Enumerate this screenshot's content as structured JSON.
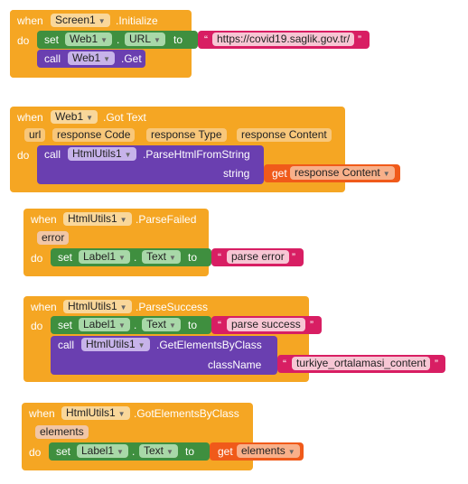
{
  "b1": {
    "when": "when",
    "component": "Screen1",
    "event": ".Initialize",
    "do": "do",
    "set": "set",
    "set_comp": "Web1",
    "set_prop": "URL",
    "to": "to",
    "url_value": "https://covid19.saglik.gov.tr/",
    "call": "call",
    "call_comp": "Web1",
    "call_method": ".Get"
  },
  "b2": {
    "when": "when",
    "component": "Web1",
    "event": ".Got Text",
    "params": [
      "url",
      "response Code",
      "response Type",
      "response Content"
    ],
    "do": "do",
    "call": "call",
    "call_comp": "HtmlUtils1",
    "call_method": ".ParseHtmlFromString",
    "arg_label": "string",
    "get": "get",
    "get_var": "response Content"
  },
  "b3": {
    "when": "when",
    "component": "HtmlUtils1",
    "event": ".ParseFailed",
    "param": "error",
    "do": "do",
    "set": "set",
    "set_comp": "Label1",
    "set_prop": "Text",
    "to": "to",
    "value": "parse error"
  },
  "b4": {
    "when": "when",
    "component": "HtmlUtils1",
    "event": ".ParseSuccess",
    "do": "do",
    "set": "set",
    "set_comp": "Label1",
    "set_prop": "Text",
    "to": "to",
    "value": "parse success",
    "call": "call",
    "call_comp": "HtmlUtils1",
    "call_method": ".GetElementsByClass",
    "arg_label": "className",
    "arg_value": "turkiye_ortalamasi_content"
  },
  "b5": {
    "when": "when",
    "component": "HtmlUtils1",
    "event": ".GotElementsByClass",
    "param": "elements",
    "do": "do",
    "set": "set",
    "set_comp": "Label1",
    "set_prop": "Text",
    "to": "to",
    "get": "get",
    "get_var": "elements"
  },
  "dot": ".",
  "quote_open": "“",
  "quote_close": "”",
  "dropdown_arrow": "▼",
  "colors": {
    "event": "#f5a623",
    "setter": "#3f8f3f",
    "method": "#6a3fb0",
    "text": "#d81e63",
    "variable": "#f05a1a"
  }
}
